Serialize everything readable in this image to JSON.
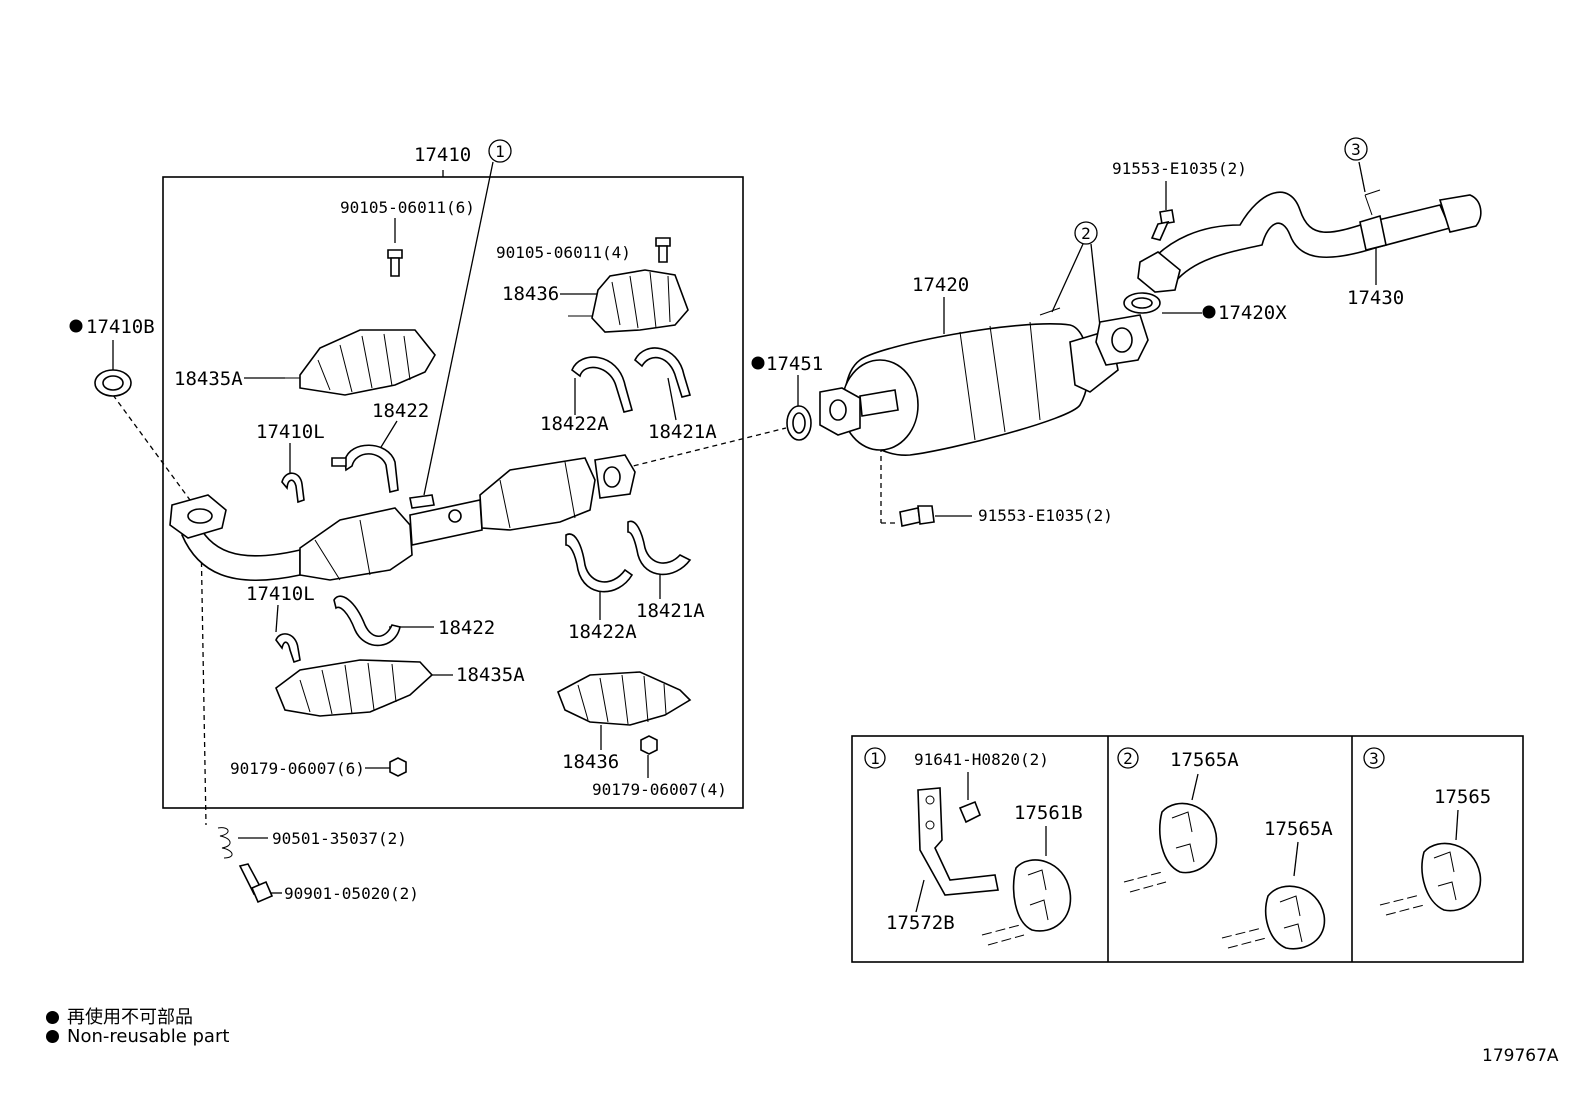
{
  "labels": {
    "l17410": "17410",
    "l90105_6": "90105-06011(6)",
    "l90105_4": "90105-06011(4)",
    "l18436_top": "18436",
    "l17410B": "17410B",
    "l18435A_top": "18435A",
    "l18422_top": "18422",
    "l17410L_top": "17410L",
    "l18422A_top": "18422A",
    "l18421A_top": "18421A",
    "l17410L_bot": "17410L",
    "l18422_bot": "18422",
    "l18422A_bot": "18422A",
    "l18421A_bot": "18421A",
    "l18435A_bot": "18435A",
    "l18436_bot": "18436",
    "l90179_6": "90179-06007(6)",
    "l90179_4": "90179-06007(4)",
    "l90501": "90501-35037(2)",
    "l90901": "90901-05020(2)",
    "l17451": "17451",
    "l17420": "17420",
    "l91553_mid": "91553-E1035(2)",
    "l91553_top": "91553-E1035(2)",
    "l17420X": "17420X",
    "l17430": "17430",
    "l91641": "91641-H0820(2)",
    "l17561B": "17561B",
    "l17572B": "17572B",
    "l17565A_a": "17565A",
    "l17565A_b": "17565A",
    "l17565": "17565"
  },
  "callouts": {
    "c1": "1",
    "c2": "2",
    "c3": "3",
    "inset1": "1",
    "inset2": "2",
    "inset3": "3"
  },
  "legend": {
    "jp": "再使用不可部品",
    "en": "Non-reusable part"
  },
  "figure_number": "179767A",
  "non_reusable_marker": "filled-circle",
  "line_color": "#000000",
  "background_color": "#ffffff"
}
